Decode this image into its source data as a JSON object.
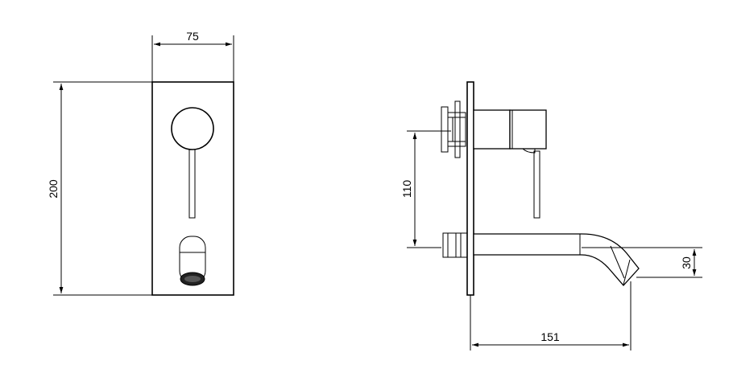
{
  "diagram": {
    "front_view": {
      "width_label": "75",
      "height_label": "200"
    },
    "side_view": {
      "lever_height_label": "110",
      "spout_drop_label": "30",
      "projection_label": "151"
    }
  }
}
